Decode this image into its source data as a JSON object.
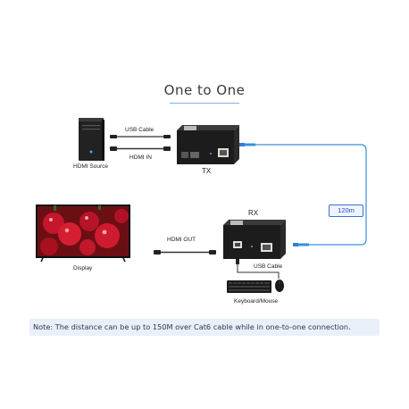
{
  "diagram": {
    "title": "One to One",
    "labels": {
      "usb_cable_top": "USB Cable",
      "hdmi_in": "HDMI IN",
      "hdmi_source": "HDMI Source",
      "tx": "TX",
      "rx": "RX",
      "distance": "120m",
      "hdmi_out": "HDMI OUT",
      "display": "Display",
      "usb_cable_bottom": "USB Cable",
      "keyboard_mouse": "Keyboard/Mouse"
    },
    "note": "Note: The distance can be up to 150M over Cat6 cable while in one-to-one connection.",
    "colors": {
      "network_cable": "#3a8fe0",
      "device_body": "#1e1e1e",
      "badge_border": "#3a6fd6",
      "note_bg": "#e9f0f8"
    }
  }
}
